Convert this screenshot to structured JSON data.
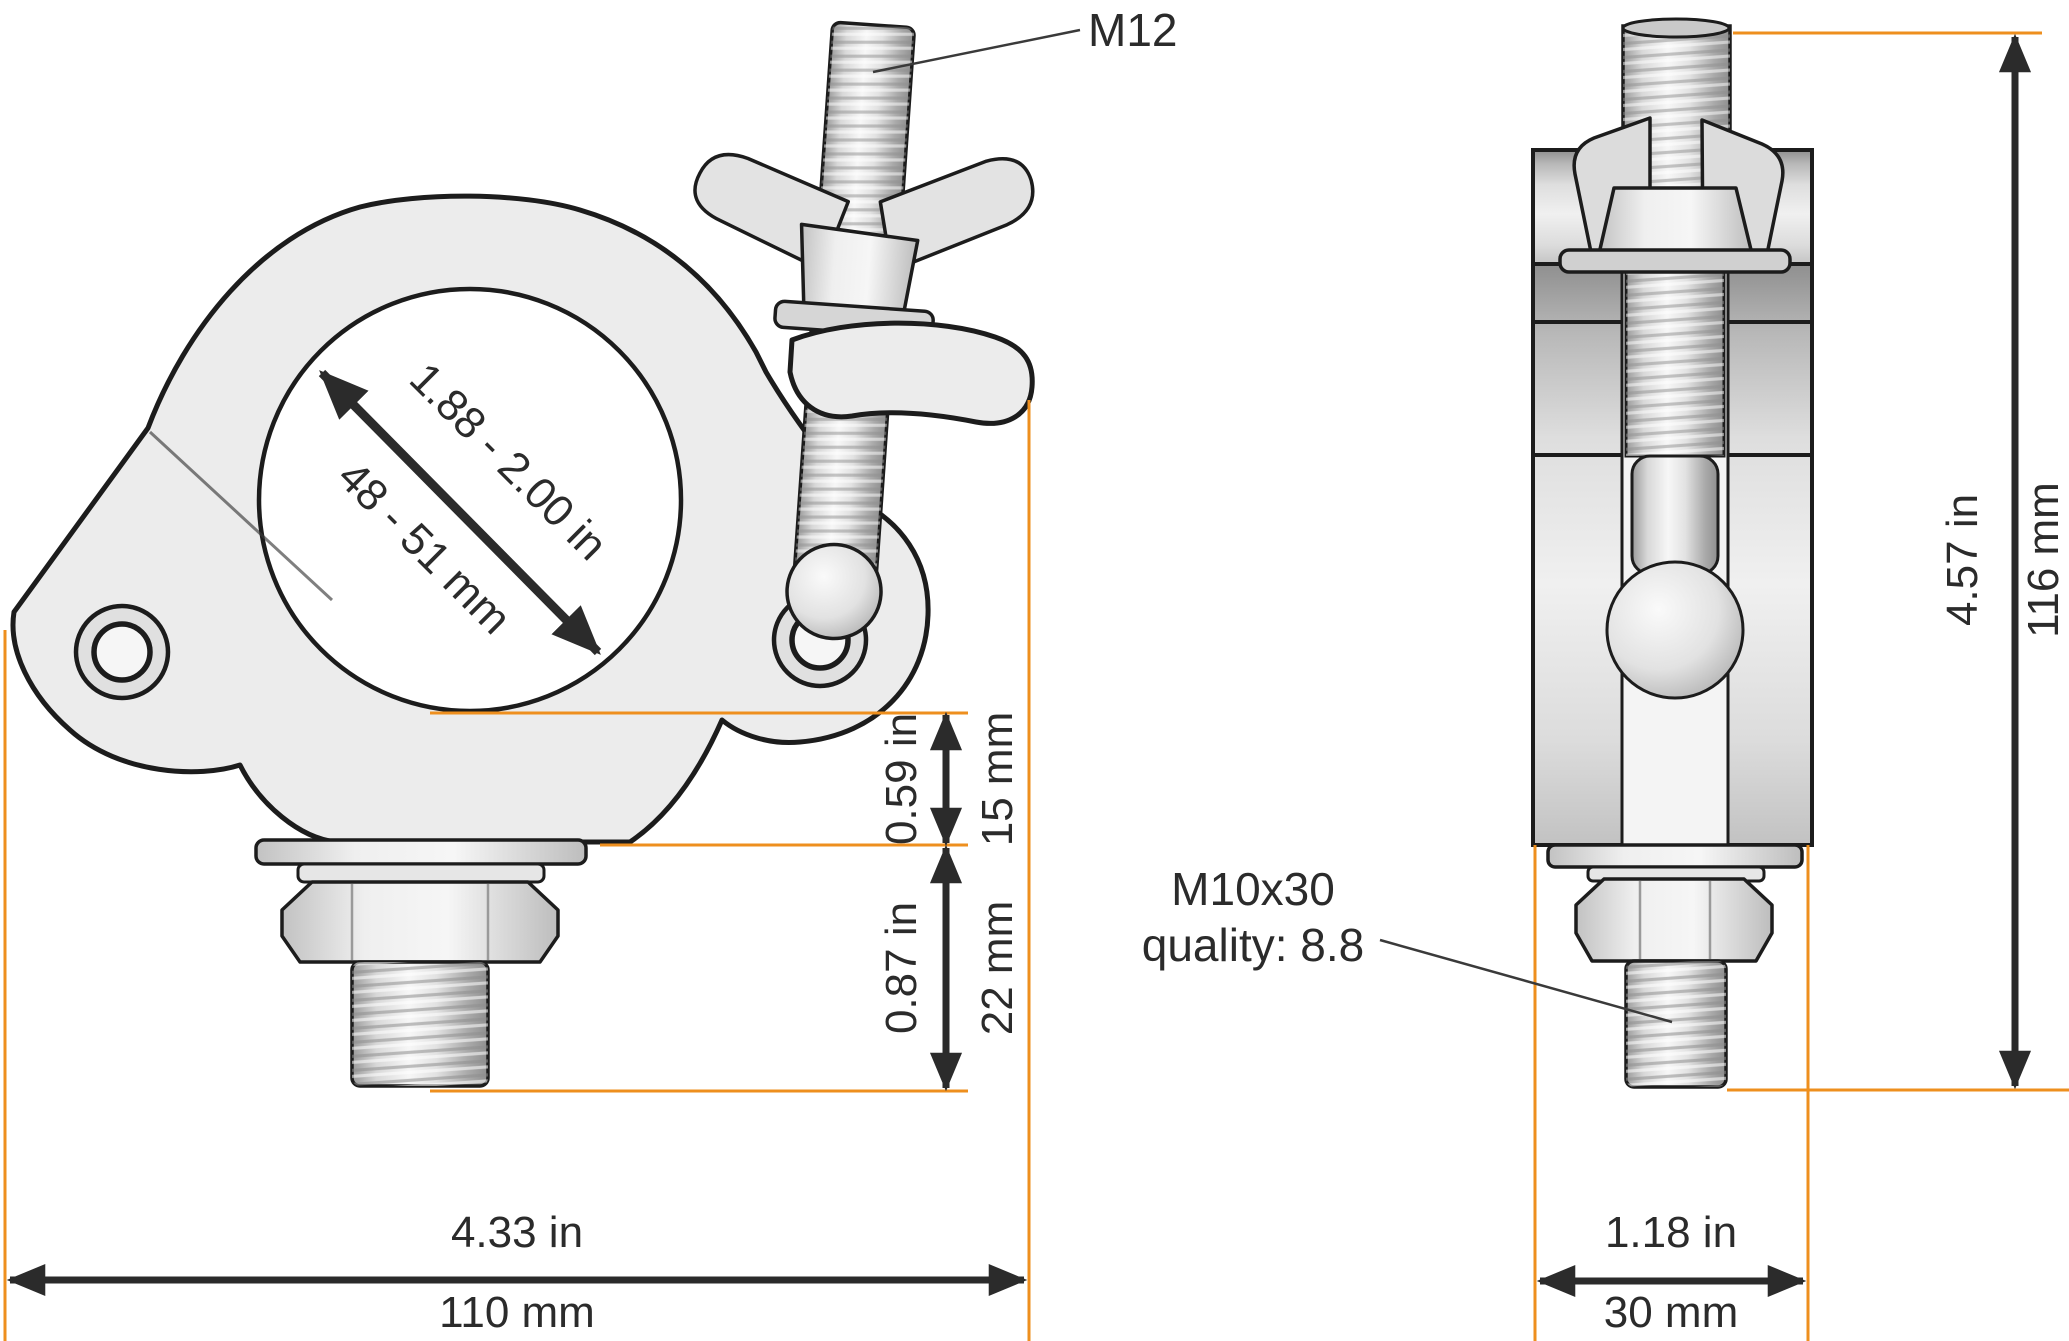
{
  "front_view": {
    "pipe_bore": {
      "inches": "1.88 - 2.00 in",
      "millimeters": "48 - 51 mm"
    },
    "wing_bolt_label": "M12",
    "base_height": {
      "inches": "0.59 in",
      "millimeters": "15 mm"
    },
    "bolt_protrusion": {
      "inches": "0.87 in",
      "millimeters": "22 mm"
    },
    "overall_width": {
      "inches": "4.33 in",
      "millimeters": "110 mm"
    }
  },
  "side_view": {
    "overall_height": {
      "inches": "4.57 in",
      "millimeters": "116 mm"
    },
    "overall_depth": {
      "inches": "1.18 in",
      "millimeters": "30 mm"
    },
    "fixing_bolt": {
      "spec": "M10x30",
      "quality": "quality: 8.8"
    }
  },
  "colors": {
    "extension_lines": "#EE8F1E",
    "dimension_lines": "#2B2B2B"
  }
}
